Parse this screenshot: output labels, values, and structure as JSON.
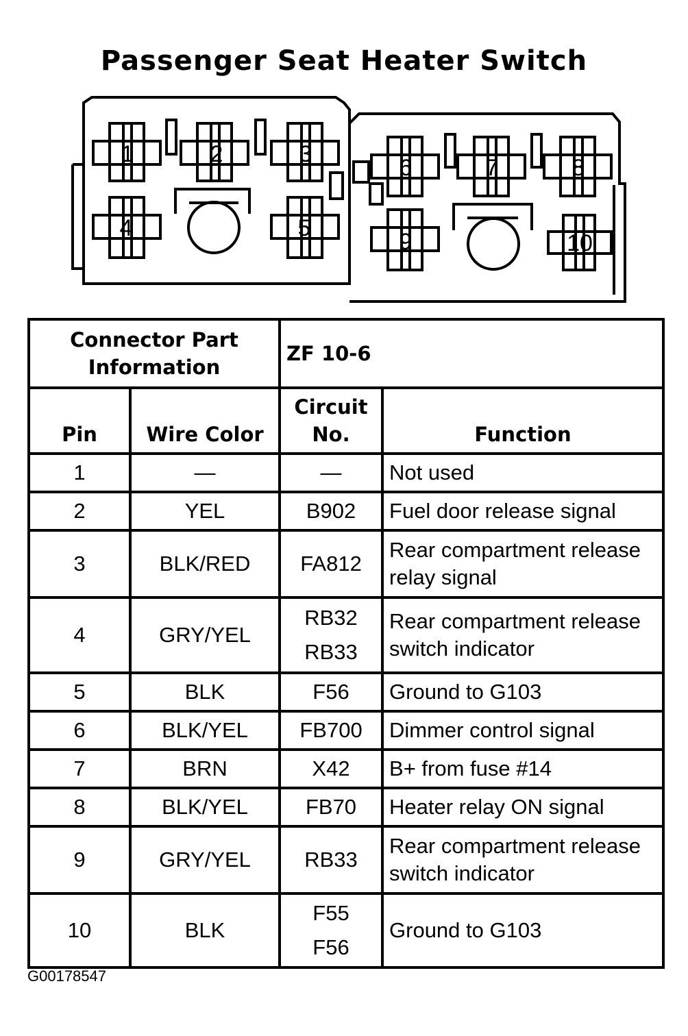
{
  "title": "Passenger Seat Heater Switch",
  "connector": {
    "pins": [
      "1",
      "2",
      "3",
      "4",
      "5",
      "6",
      "7",
      "8",
      "9",
      "10"
    ]
  },
  "table": {
    "part_info_label": "Connector Part Information",
    "part_info_value": "ZF 10-6",
    "headers": {
      "pin": "Pin",
      "wire_color": "Wire Color",
      "circuit": "Circuit No.",
      "function": "Function"
    },
    "rows": [
      {
        "pin": "1",
        "wire": "—",
        "circuits": [
          "—"
        ],
        "function": "Not used"
      },
      {
        "pin": "2",
        "wire": "YEL",
        "circuits": [
          "B902"
        ],
        "function": "Fuel door release signal"
      },
      {
        "pin": "3",
        "wire": "BLK/RED",
        "circuits": [
          "FA812"
        ],
        "function": "Rear compartment release relay signal"
      },
      {
        "pin": "4",
        "wire": "GRY/YEL",
        "circuits": [
          "RB32",
          "RB33"
        ],
        "function": "Rear compartment release switch indicator"
      },
      {
        "pin": "5",
        "wire": "BLK",
        "circuits": [
          "F56"
        ],
        "function": "Ground to G103"
      },
      {
        "pin": "6",
        "wire": "BLK/YEL",
        "circuits": [
          "FB700"
        ],
        "function": "Dimmer control signal"
      },
      {
        "pin": "7",
        "wire": "BRN",
        "circuits": [
          "X42"
        ],
        "function": "B+ from fuse #14"
      },
      {
        "pin": "8",
        "wire": "BLK/YEL",
        "circuits": [
          "FB70"
        ],
        "function": "Heater relay ON signal"
      },
      {
        "pin": "9",
        "wire": "GRY/YEL",
        "circuits": [
          "RB33"
        ],
        "function": "Rear compartment release switch indicator"
      },
      {
        "pin": "10",
        "wire": "BLK",
        "circuits": [
          "F55",
          "F56"
        ],
        "function": "Ground to G103"
      }
    ]
  },
  "figure_id": "G00178547"
}
